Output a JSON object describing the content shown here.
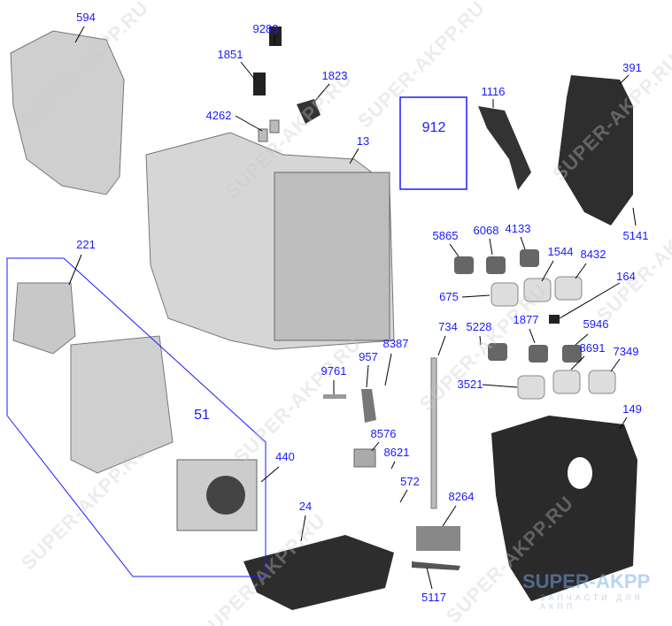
{
  "watermark": "SUPER-AKPP.RU",
  "logo": {
    "title": "SUPER-AKPP",
    "subtitle": "ЗАПЧАСТИ ДЛЯ АКПП"
  },
  "colors": {
    "label": "#1a1aff",
    "leader": "#000000",
    "group_border": "#1a1aff"
  },
  "callouts": [
    "594",
    "9283",
    "1851",
    "1823",
    "4262",
    "13",
    "912",
    "1116",
    "391",
    "5141",
    "5865",
    "6068",
    "4133",
    "1544",
    "8432",
    "675",
    "164",
    "221",
    "51",
    "440",
    "734",
    "8387",
    "957",
    "9761",
    "5228",
    "1877",
    "5946",
    "8691",
    "7349",
    "3521",
    "149",
    "8576",
    "8621",
    "572",
    "8264",
    "24",
    "5117"
  ]
}
